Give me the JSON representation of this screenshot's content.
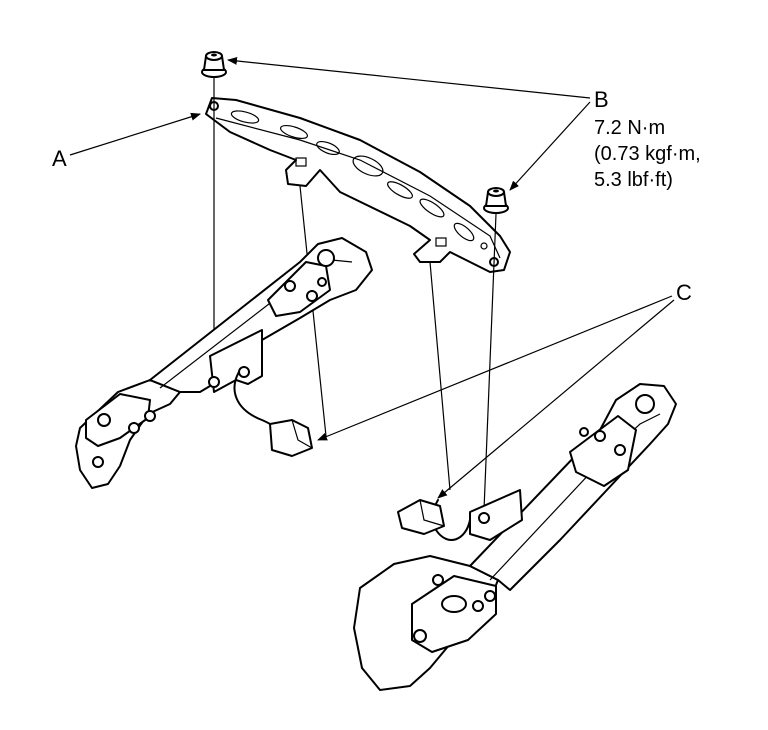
{
  "callouts": {
    "a": "A",
    "b": "B",
    "c": "C"
  },
  "torque_spec": {
    "line1": "7.2 N·m",
    "line2": "(0.73 kgf·m,",
    "line3": "5.3 lbf·ft)"
  }
}
